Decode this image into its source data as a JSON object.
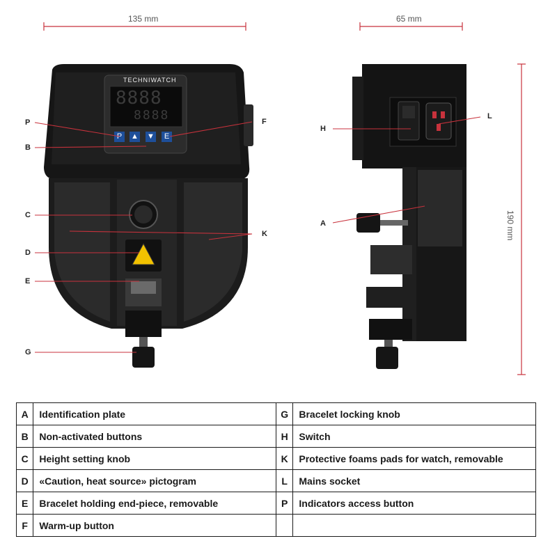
{
  "dimensions": {
    "front_width": "135 mm",
    "side_width": "65 mm",
    "height": "190 mm"
  },
  "device": {
    "brand": "TECHNIWATCH",
    "display_top": "8888",
    "display_bottom": "8888",
    "buttons": [
      "P",
      "▲",
      "▼",
      "E"
    ]
  },
  "callouts": {
    "front": [
      "P",
      "B",
      "C",
      "D",
      "E",
      "G",
      "F",
      "K"
    ],
    "side": [
      "H",
      "A",
      "L"
    ]
  },
  "legend": [
    {
      "left_key": "A",
      "left_desc": "Identification plate",
      "right_key": "G",
      "right_desc": "Bracelet locking knob"
    },
    {
      "left_key": "B",
      "left_desc": "Non-activated buttons",
      "right_key": "H",
      "right_desc": "Switch"
    },
    {
      "left_key": "C",
      "left_desc": "Height setting knob",
      "right_key": "K",
      "right_desc": "Protective foams pads for watch, removable"
    },
    {
      "left_key": "D",
      "left_desc": "«Caution, heat source» pictogram",
      "right_key": "L",
      "right_desc": "Mains socket"
    },
    {
      "left_key": "E",
      "left_desc": "Bracelet holding end-piece, removable",
      "right_key": "P",
      "right_desc": "Indicators access button"
    },
    {
      "left_key": "F",
      "left_desc": "Warm-up button",
      "right_key": "",
      "right_desc": ""
    }
  ]
}
